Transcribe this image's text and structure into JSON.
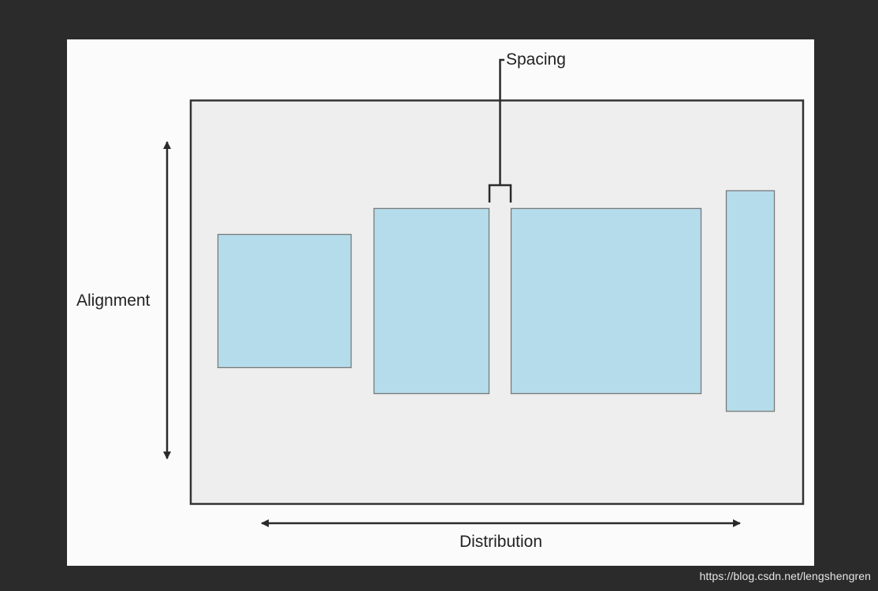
{
  "diagram": {
    "labels": {
      "spacing": "Spacing",
      "alignment": "Alignment",
      "distribution": "Distribution"
    },
    "colors": {
      "page_background": "#2b2b2b",
      "panel_background": "#fbfbfb",
      "container_fill": "#eeeeee",
      "container_border": "#333333",
      "view_fill": "#b5dcea",
      "view_border": "#7a7a7a",
      "arrow_color": "#2a2a2a"
    }
  },
  "watermark": "https://blog.csdn.net/lengshengren"
}
